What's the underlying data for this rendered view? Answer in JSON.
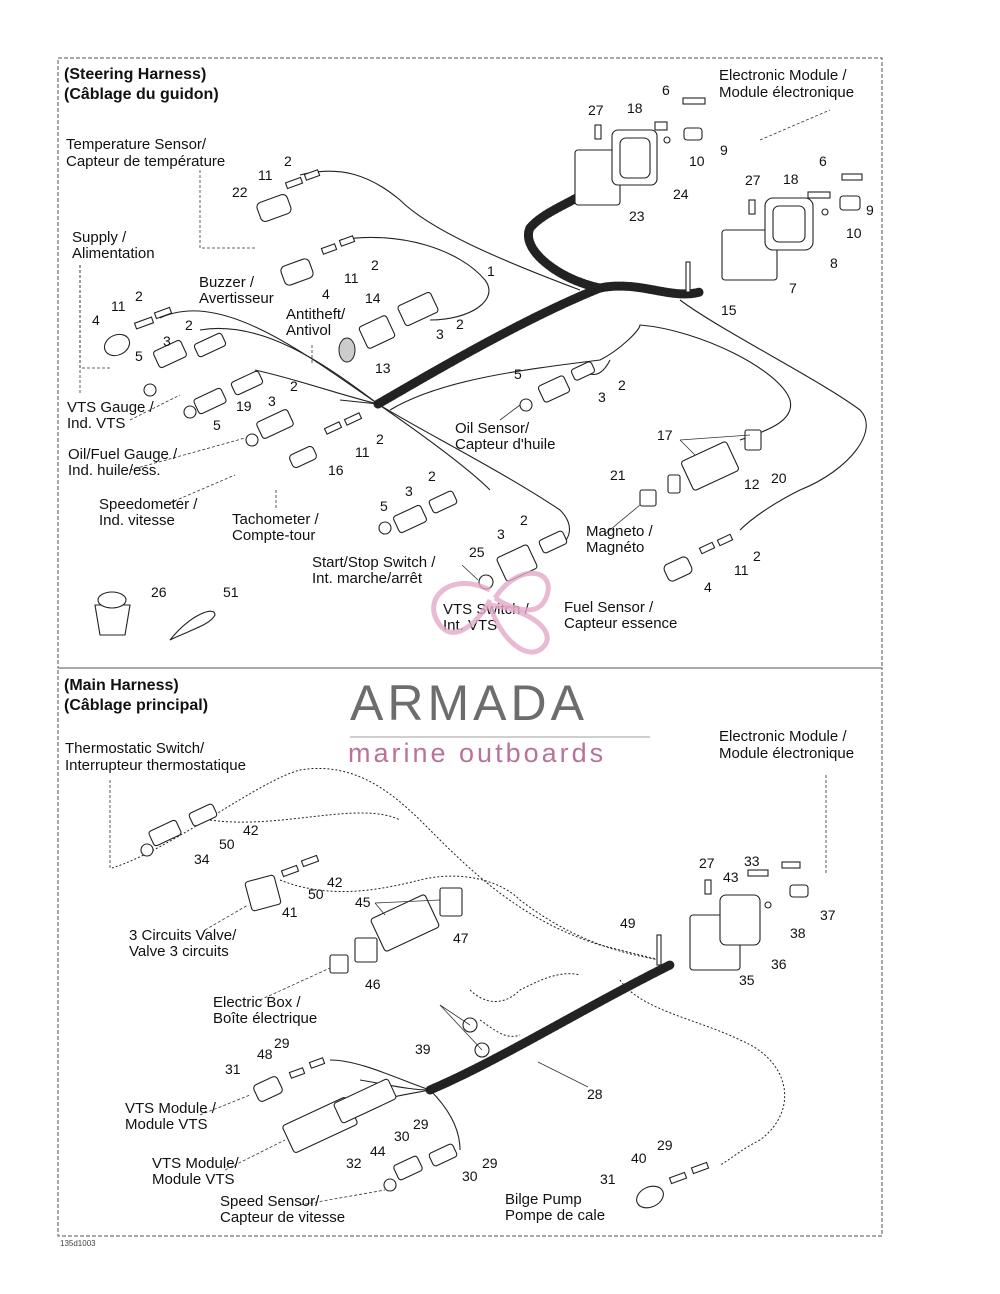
{
  "sections": [
    {
      "title_en": "(Steering Harness)",
      "title_fr": "(Câblage du guidon)"
    },
    {
      "title_en": "(Main Harness)",
      "title_fr": "(Câblage principal)"
    }
  ],
  "labels": {
    "temp_sensor": [
      "Temperature Sensor/",
      "Capteur de température"
    ],
    "supply": [
      "Supply /",
      "Alimentation"
    ],
    "buzzer": [
      "Buzzer /",
      "Avertisseur"
    ],
    "antitheft": [
      "Antitheft/",
      "Antivol"
    ],
    "elec_module_top": [
      "Electronic Module /",
      "Module électronique"
    ],
    "vts_gauge": [
      "VTS Gauge /",
      "Ind. VTS"
    ],
    "oil_fuel_gauge": [
      "Oil/Fuel Gauge /",
      "Ind. huile/ess."
    ],
    "oil_sensor": [
      "Oil Sensor/",
      "Capteur d'huile"
    ],
    "speedometer": [
      "Speedometer /",
      "Ind. vitesse"
    ],
    "tachometer": [
      "Tachometer /",
      "Compte-tour"
    ],
    "magneto": [
      "Magneto /",
      "Magnéto"
    ],
    "start_stop": [
      "Start/Stop Switch /",
      "Int. marche/arrêt"
    ],
    "vts_switch": [
      "VTS Switch /",
      "Int. VTS"
    ],
    "fuel_sensor": [
      "Fuel Sensor /",
      "Capteur essence"
    ],
    "thermo_switch": [
      "Thermostatic Switch/",
      "Interrupteur thermostatique"
    ],
    "elec_module_bottom": [
      "Electronic Module /",
      "Module électronique"
    ],
    "valve": [
      "3 Circuits Valve/",
      "Valve 3 circuits"
    ],
    "electric_box": [
      "Electric Box /",
      "Boîte électrique"
    ],
    "vts_module_1": [
      "VTS Module /",
      "Module VTS"
    ],
    "vts_module_2": [
      "VTS Module/",
      "Module VTS"
    ],
    "speed_sensor": [
      "Speed Sensor/",
      "Capteur de vitesse"
    ],
    "bilge_pump": [
      "Bilge Pump",
      "Pompe de cale"
    ]
  },
  "part_numbers": [
    "1",
    "2",
    "3",
    "4",
    "5",
    "6",
    "7",
    "8",
    "9",
    "10",
    "11",
    "12",
    "13",
    "14",
    "15",
    "16",
    "17",
    "18",
    "19",
    "20",
    "21",
    "22",
    "23",
    "24",
    "25",
    "26",
    "27",
    "28",
    "29",
    "30",
    "31",
    "32",
    "33",
    "34",
    "35",
    "36",
    "37",
    "38",
    "39",
    "40",
    "41",
    "42",
    "43",
    "44",
    "45",
    "46",
    "47",
    "48",
    "49",
    "50",
    "51"
  ],
  "watermark": {
    "brand": "ARMADA",
    "tagline": "marine outboards"
  },
  "figure_code": "135d1003",
  "colors": {
    "ink": "#111111",
    "brand_gray": "#6d6d6d",
    "brand_pink": "#b9739a"
  }
}
